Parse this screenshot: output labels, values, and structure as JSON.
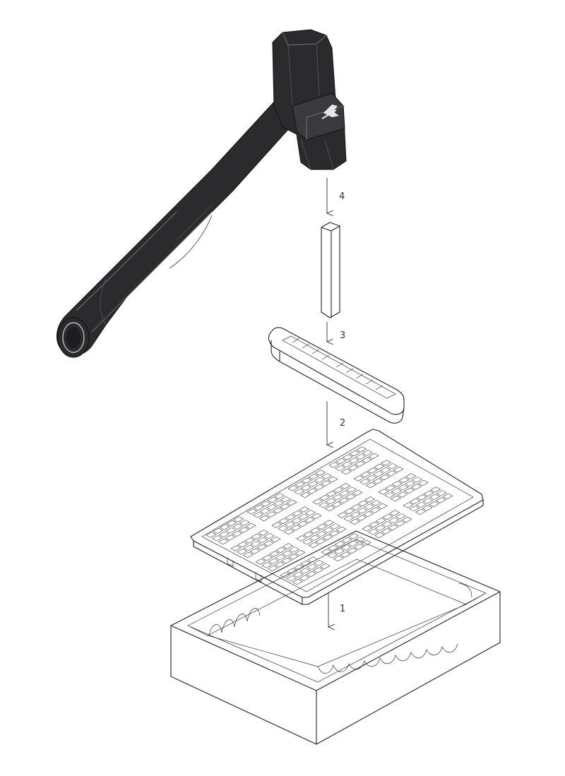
{
  "steps": [
    {
      "number": "1"
    },
    {
      "number": "2"
    },
    {
      "number": "3"
    },
    {
      "number": "4"
    }
  ],
  "colors": {
    "hammer": "#2b2b2d",
    "hammer_highlight": "#55555a",
    "line": "#222222",
    "background": "#ffffff"
  },
  "icons": {
    "hammer_logo": "wrench-hammer-emblem-icon"
  }
}
